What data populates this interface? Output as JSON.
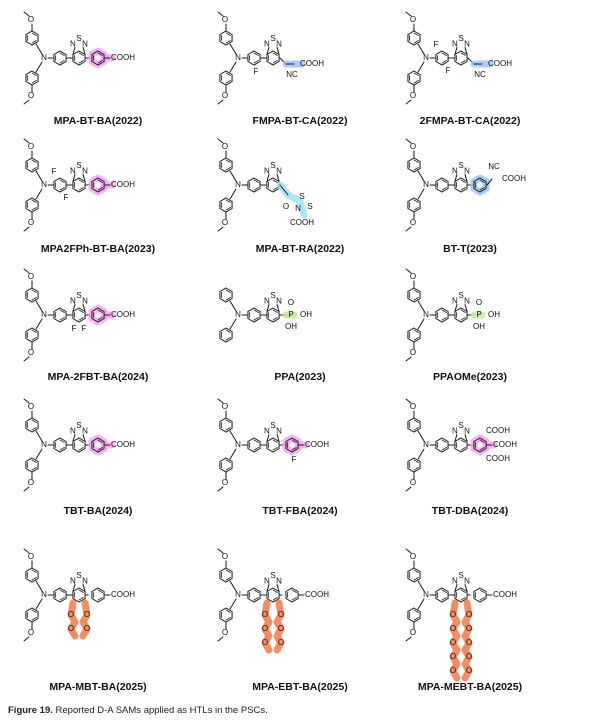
{
  "caption": {
    "label": "Figure 19.",
    "text": "Reported D-A SAMs applied as HTLs in the PSCs."
  },
  "colors": {
    "bond": "#1a1a1a",
    "pink": "#f4a6f0",
    "blue": "#9fc3f7",
    "cyan": "#9fe0f5",
    "green": "#c5e89a",
    "orange": "#f07a4a",
    "red_fluorine": "#f2a090"
  },
  "atoms": {
    "N": "N",
    "S": "S",
    "O": "O",
    "F": "F",
    "P": "P",
    "COOH": "COOH",
    "NC": "NC",
    "OH": "OH"
  },
  "molecules": [
    {
      "name": "MPA-BT-BA(2022)",
      "acceptor": "BA"
    },
    {
      "name": "FMPA-BT-CA(2022)",
      "acceptor": "CA"
    },
    {
      "name": "2FMPA-BT-CA(2022)",
      "acceptor": "CA"
    },
    {
      "name": "MPA2FPh-BT-BA(2023)",
      "acceptor": "BA"
    },
    {
      "name": "MPA-BT-RA(2022)",
      "acceptor": "RA"
    },
    {
      "name": "BT-T(2023)",
      "acceptor": "T"
    },
    {
      "name": "MPA-2FBT-BA(2024)",
      "acceptor": "BA"
    },
    {
      "name": "PPA(2023)",
      "acceptor": "PA"
    },
    {
      "name": "PPAOMe(2023)",
      "acceptor": "PA"
    },
    {
      "name": "TBT-BA(2024)",
      "acceptor": "BA"
    },
    {
      "name": "TBT-FBA(2024)",
      "acceptor": "FBA"
    },
    {
      "name": "TBT-DBA(2024)",
      "acceptor": "DBA"
    },
    {
      "name": "MPA-MBT-BA(2025)",
      "acceptor": "BA"
    },
    {
      "name": "MPA-EBT-BA(2025)",
      "acceptor": "BA"
    },
    {
      "name": "MPA-MEBT-BA(2025)",
      "acceptor": "BA"
    }
  ]
}
